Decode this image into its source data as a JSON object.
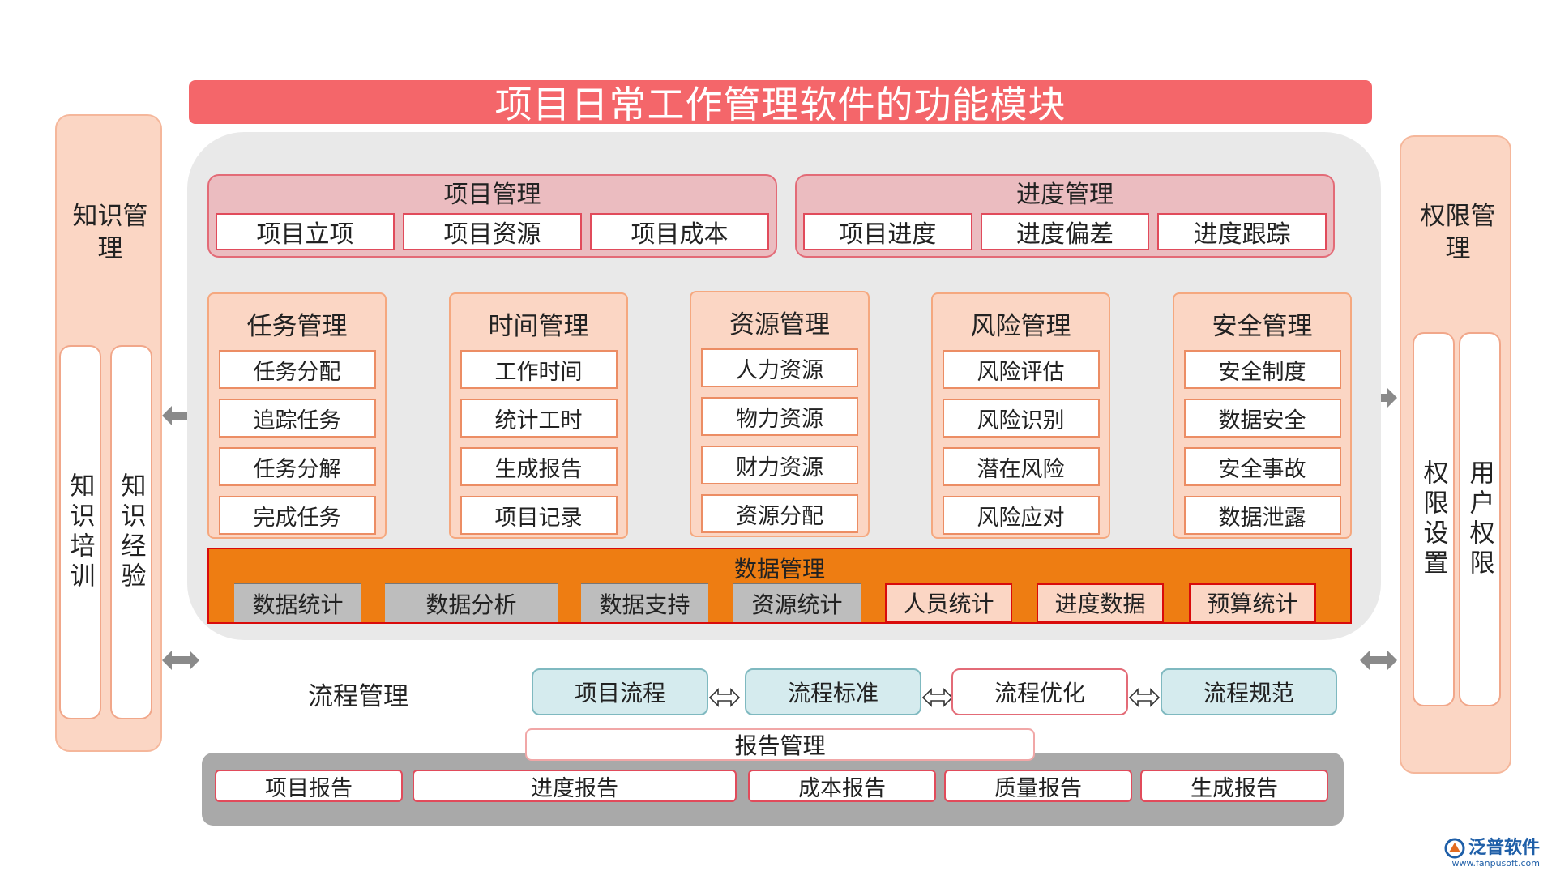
{
  "title": "项目日常工作管理软件的功能模块",
  "left_panel": {
    "title": "知识管理",
    "items": [
      "知识培训",
      "知识经验"
    ]
  },
  "right_panel": {
    "title": "权限管理",
    "items": [
      "权限设置",
      "用户权限"
    ]
  },
  "top_groups": [
    {
      "title": "项目管理",
      "items": [
        "项目立项",
        "项目资源",
        "项目成本"
      ]
    },
    {
      "title": "进度管理",
      "items": [
        "项目进度",
        "进度偏差",
        "进度跟踪"
      ]
    }
  ],
  "modules": [
    {
      "title": "任务管理",
      "items": [
        "任务分配",
        "追踪任务",
        "任务分解",
        "完成任务"
      ]
    },
    {
      "title": "时间管理",
      "items": [
        "工作时间",
        "统计工时",
        "生成报告",
        "项目记录"
      ]
    },
    {
      "title": "资源管理",
      "items": [
        "人力资源",
        "物力资源",
        "财力资源",
        "资源分配"
      ]
    },
    {
      "title": "风险管理",
      "items": [
        "风险评估",
        "风险识别",
        "潜在风险",
        "风险应对"
      ]
    },
    {
      "title": "安全管理",
      "items": [
        "安全制度",
        "数据安全",
        "安全事故",
        "数据泄露"
      ]
    }
  ],
  "data_management": {
    "title": "数据管理",
    "items": [
      "数据统计",
      "数据分析",
      "数据支持",
      "资源统计",
      "人员统计",
      "进度数据",
      "预算统计"
    ]
  },
  "workflow": {
    "label": "流程管理",
    "items": [
      "项目流程",
      "流程标准",
      "流程优化",
      "流程规范"
    ]
  },
  "report": {
    "title": "报告管理",
    "items": [
      "项目报告",
      "进度报告",
      "成本报告",
      "质量报告",
      "生成报告"
    ]
  },
  "logo": {
    "name": "泛普软件",
    "url": "www.fanpusoft.com"
  },
  "colors": {
    "title_bar": "#f4666a",
    "pillar": "#fbd6c4",
    "top_group": "#ebbcc0",
    "data_management": "#ee7d12",
    "flow_teal": "#d5ebee",
    "report_panel": "#a9a9a9"
  }
}
